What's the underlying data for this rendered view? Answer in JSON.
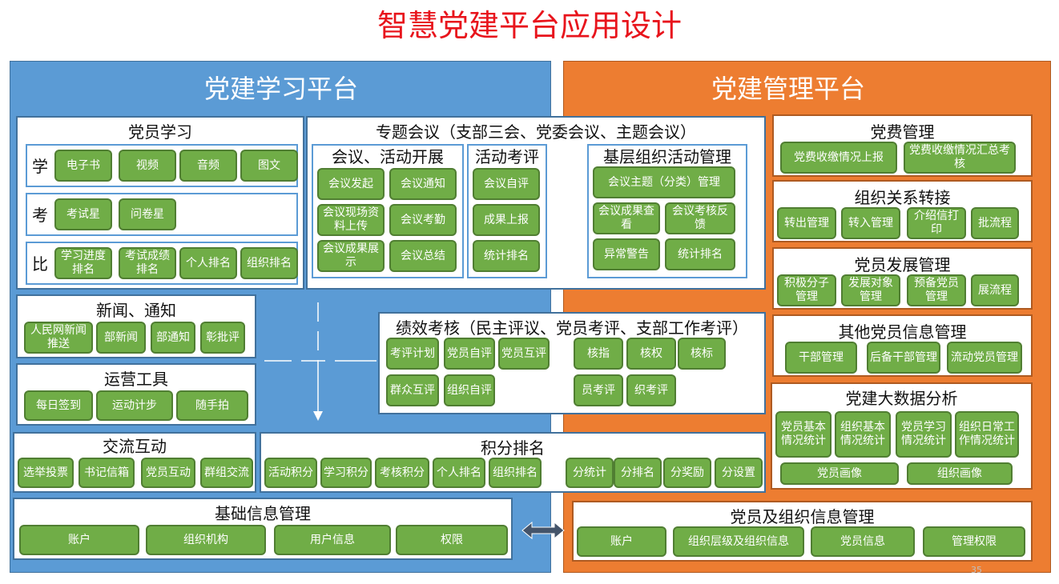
{
  "title": "智慧党建平台应用设计",
  "page_number": "35",
  "learning_platform": {
    "title": "党建学习平台",
    "study": {
      "title": "党员学习",
      "rows": [
        {
          "label": "学",
          "items": [
            "电子书",
            "视频",
            "音频",
            "图文"
          ]
        },
        {
          "label": "考",
          "items": [
            "考试星",
            "问卷星"
          ]
        },
        {
          "label": "比",
          "items": [
            "学习进度排名",
            "考试成绩排名",
            "个人排名",
            "组织排名"
          ]
        }
      ]
    },
    "meeting": {
      "title": "专题会议（支部三会、党委会议、主题会议）",
      "activity": {
        "title": "会议、活动开展",
        "items": [
          "会议发起",
          "会议通知",
          "会议现场资料上传",
          "会议考勤",
          "会议成果展示",
          "会议总结"
        ]
      },
      "evaluation": {
        "title": "活动考评",
        "items": [
          "会议自评",
          "成果上报",
          "统计排名"
        ]
      },
      "grassroots": {
        "title": "基层组织活动管理",
        "items": [
          "会议主题（分类）管理",
          "会议成果查看",
          "会议考核反馈",
          "异常警告",
          "统计排名"
        ]
      }
    },
    "news": {
      "title": "新闻、通知",
      "items": [
        "人民网新闻推送",
        "部新闻",
        "部通知",
        "彰批评"
      ]
    },
    "ops": {
      "title": "运营工具",
      "items": [
        "每日签到",
        "运动计步",
        "随手拍"
      ]
    },
    "performance": {
      "title": "绩效考核（民主评议、党员考评、支部工作考评）",
      "items": [
        "考评计划",
        "党员自评",
        "党员互评",
        "群众互评",
        "组织自评",
        "核指",
        "核权",
        "核标",
        "员考评",
        "织考评"
      ]
    },
    "interaction": {
      "title": "交流互动",
      "items": [
        "选举投票",
        "书记信箱",
        "党员互动",
        "群组交流"
      ]
    },
    "points": {
      "title": "积分排名",
      "items": [
        "活动积分",
        "学习积分",
        "考核积分",
        "个人排名",
        "组织排名",
        "分统计",
        "分排名",
        "分奖励",
        "分设置"
      ]
    },
    "basic": {
      "title": "基础信息管理",
      "items": [
        "账户",
        "组织机构",
        "用户信息",
        "权限"
      ]
    }
  },
  "management_platform": {
    "title": "党建管理平台",
    "fees": {
      "title": "党费管理",
      "items": [
        "党费收缴情况上报",
        "党费收缴情况汇总考核"
      ]
    },
    "transfer": {
      "title": "组织关系转接",
      "items": [
        "转出管理",
        "转入管理",
        "介绍信打印",
        "批流程"
      ]
    },
    "development": {
      "title": "党员发展管理",
      "items": [
        "积极分子管理",
        "发展对象管理",
        "预备党员管理",
        "展流程"
      ]
    },
    "other": {
      "title": "其他党员信息管理",
      "items": [
        "干部管理",
        "后备干部管理",
        "流动党员管理"
      ]
    },
    "bigdata": {
      "title": "党建大数据分析",
      "items": [
        "党员基本情况统计",
        "组织基本情况统计",
        "党员学习情况统计",
        "组织日常工作情况统计",
        "党员画像",
        "组织画像"
      ]
    },
    "info": {
      "title": "党员及组织信息管理",
      "items": [
        "账户",
        "组织层级及组织信息",
        "党员信息",
        "管理权限"
      ]
    }
  },
  "colors": {
    "accent_title": "#e8141c",
    "left_platform": "#5b9bd5",
    "right_platform": "#ed7d31",
    "button": "#70ad47"
  }
}
